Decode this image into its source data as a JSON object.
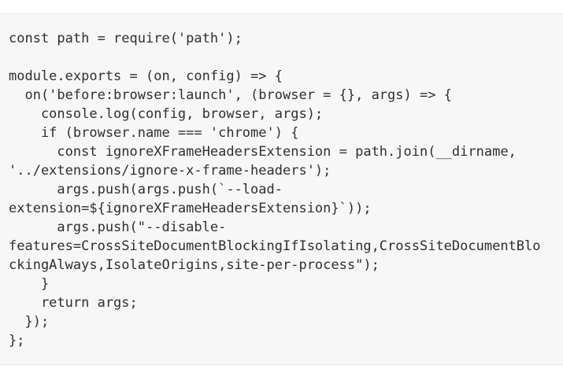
{
  "code_block": {
    "language": "javascript",
    "background_color": "#f7f7f7",
    "border_color": "#e6e6e6",
    "text_color": "#2f2f2f",
    "lines": [
      "const path = require('path');",
      "",
      "module.exports = (on, config) => {",
      "  on('before:browser:launch', (browser = {}, args) => {",
      "    console.log(config, browser, args);",
      "    if (browser.name === 'chrome') {",
      "      const ignoreXFrameHeadersExtension = path.join(__dirname,",
      "'../extensions/ignore-x-frame-headers');",
      "      args.push(args.push(`--load-",
      "extension=${ignoreXFrameHeadersExtension}`));",
      "      args.push(\"--disable-",
      "features=CrossSiteDocumentBlockingIfIsolating,CrossSiteDocumentBlo",
      "ckingAlways,IsolateOrigins,site-per-process\");",
      "    }",
      "    return args;",
      "  });",
      "};"
    ]
  }
}
